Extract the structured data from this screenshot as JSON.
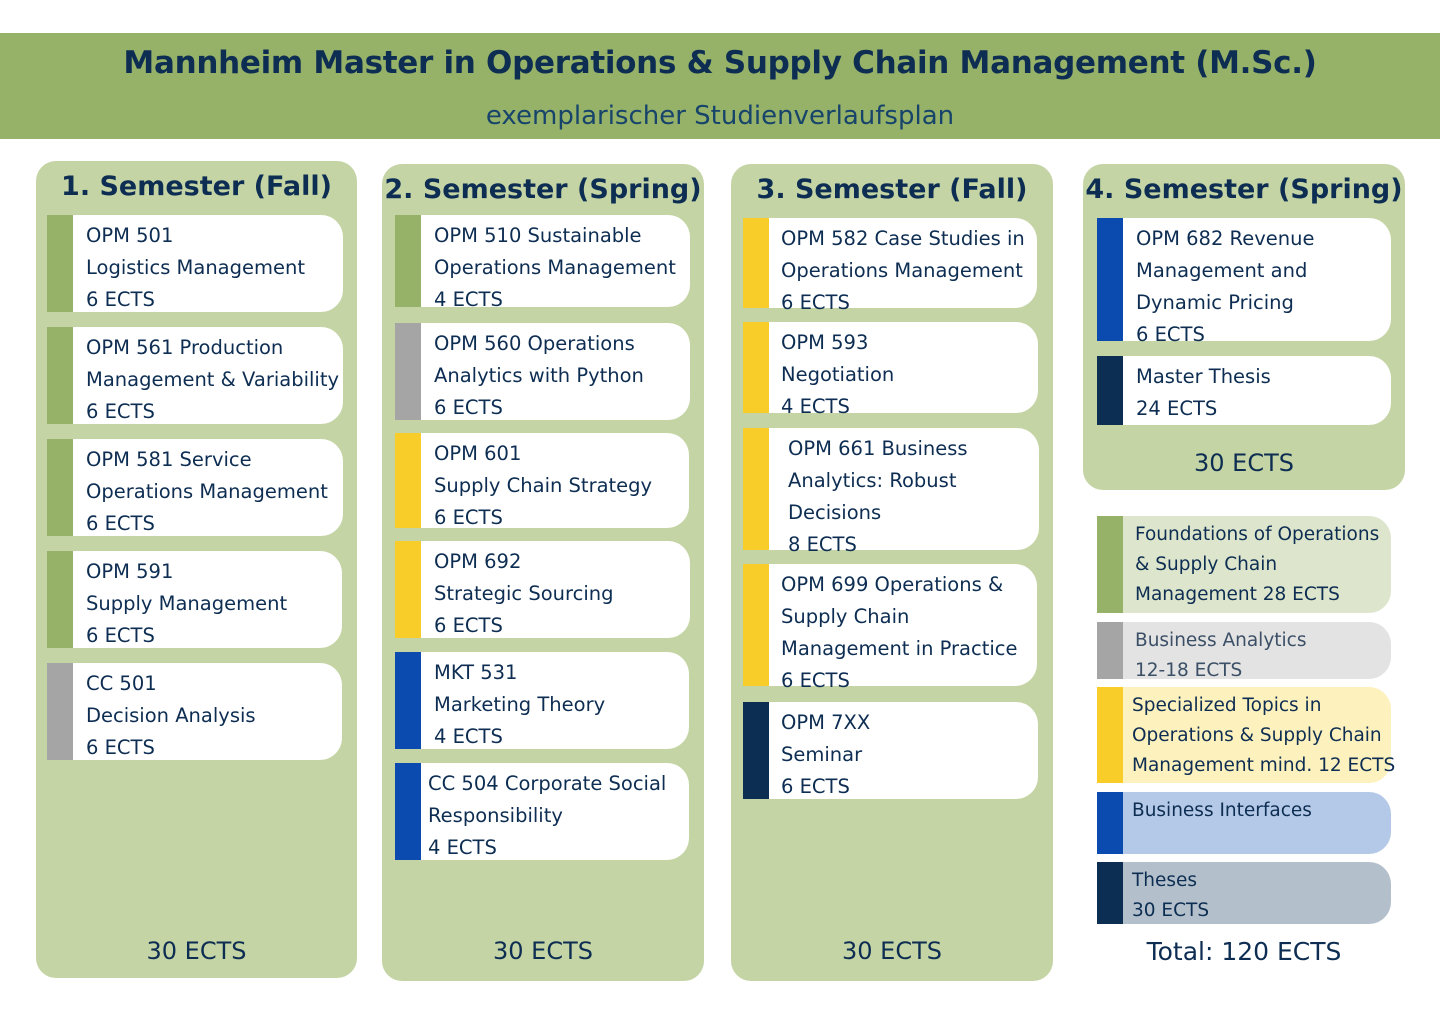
{
  "header": {
    "title": "Mannheim Master in Operations & Supply Chain Management (M.Sc.)",
    "subtitle": "exemplarischer Studienverlaufsplan"
  },
  "colors": {
    "foundations": "#96b168",
    "analytics": "#a5a5a5",
    "specialized": "#f8cd2a",
    "interfaces": "#0b4bb0",
    "theses": "#0c2e52"
  },
  "semesters": [
    {
      "title": "1. Semester (Fall)",
      "total": "30 ECTS",
      "courses": [
        {
          "lines": [
            "OPM 501",
            "Logistics Management",
            "6 ECTS"
          ],
          "category": "foundations"
        },
        {
          "lines": [
            "OPM 561 Production",
            "Management & Variability",
            "6 ECTS"
          ],
          "category": "foundations"
        },
        {
          "lines": [
            "OPM 581 Service",
            "Operations Management",
            "6 ECTS"
          ],
          "category": "foundations"
        },
        {
          "lines": [
            "OPM 591",
            "Supply Management",
            "6 ECTS"
          ],
          "category": "foundations"
        },
        {
          "lines": [
            "CC 501",
            "Decision Analysis",
            "6 ECTS"
          ],
          "category": "analytics"
        }
      ]
    },
    {
      "title": "2. Semester (Spring)",
      "total": "30 ECTS",
      "courses": [
        {
          "lines": [
            "OPM 510 Sustainable",
            "Operations Management",
            "4 ECTS"
          ],
          "category": "foundations"
        },
        {
          "lines": [
            "OPM 560 Operations",
            "Analytics with Python",
            "6 ECTS"
          ],
          "category": "analytics"
        },
        {
          "lines": [
            "OPM 601",
            "Supply Chain Strategy",
            "6 ECTS"
          ],
          "category": "specialized"
        },
        {
          "lines": [
            "OPM 692",
            "Strategic Sourcing",
            "6 ECTS"
          ],
          "category": "specialized"
        },
        {
          "lines": [
            "MKT 531",
            "Marketing Theory",
            "4 ECTS"
          ],
          "category": "interfaces"
        },
        {
          "lines": [
            "CC 504 Corporate Social",
            "Responsibility",
            "4 ECTS"
          ],
          "category": "interfaces"
        }
      ]
    },
    {
      "title": "3.  Semester (Fall)",
      "total": "30 ECTS",
      "courses": [
        {
          "lines": [
            "OPM 582 Case Studies in",
            "Operations Management",
            "6 ECTS"
          ],
          "category": "specialized"
        },
        {
          "lines": [
            "OPM 593",
            "Negotiation",
            "4 ECTS"
          ],
          "category": "specialized"
        },
        {
          "lines": [
            "OPM 661 Business",
            "Analytics: Robust",
            "Decisions",
            "8 ECTS"
          ],
          "category": "specialized"
        },
        {
          "lines": [
            "OPM 699 Operations &",
            "Supply Chain",
            "Management in Practice",
            "6 ECTS"
          ],
          "category": "specialized"
        },
        {
          "lines": [
            "OPM 7XX",
            "Seminar",
            "6 ECTS"
          ],
          "category": "theses"
        }
      ]
    },
    {
      "title": "4. Semester (Spring)",
      "total": "30 ECTS",
      "courses": [
        {
          "lines": [
            "OPM 682 Revenue",
            "Management and",
            "Dynamic Pricing",
            "6 ECTS"
          ],
          "category": "interfaces"
        },
        {
          "lines": [
            "Master Thesis",
            "24 ECTS"
          ],
          "category": "theses"
        }
      ]
    }
  ],
  "legend": [
    {
      "lines": [
        "Foundations of Operations",
        "& Supply Chain",
        "Management 28 ECTS"
      ],
      "category": "foundations",
      "bg": "#dde6cc"
    },
    {
      "lines": [
        "Business Analytics",
        "12-18 ECTS"
      ],
      "category": "analytics",
      "bg": "#e3e3e3"
    },
    {
      "lines": [
        "Specialized Topics in",
        "Operations & Supply Chain",
        "Management mind. 12 ECTS"
      ],
      "category": "specialized",
      "bg": "#fdf1bd"
    },
    {
      "lines": [
        "Business Interfaces"
      ],
      "category": "interfaces",
      "bg": "#b4c9e7"
    },
    {
      "lines": [
        "Theses",
        "30 ECTS"
      ],
      "category": "theses",
      "bg": "#b3c0cb"
    }
  ],
  "grand_total": "Total: 120 ECTS"
}
